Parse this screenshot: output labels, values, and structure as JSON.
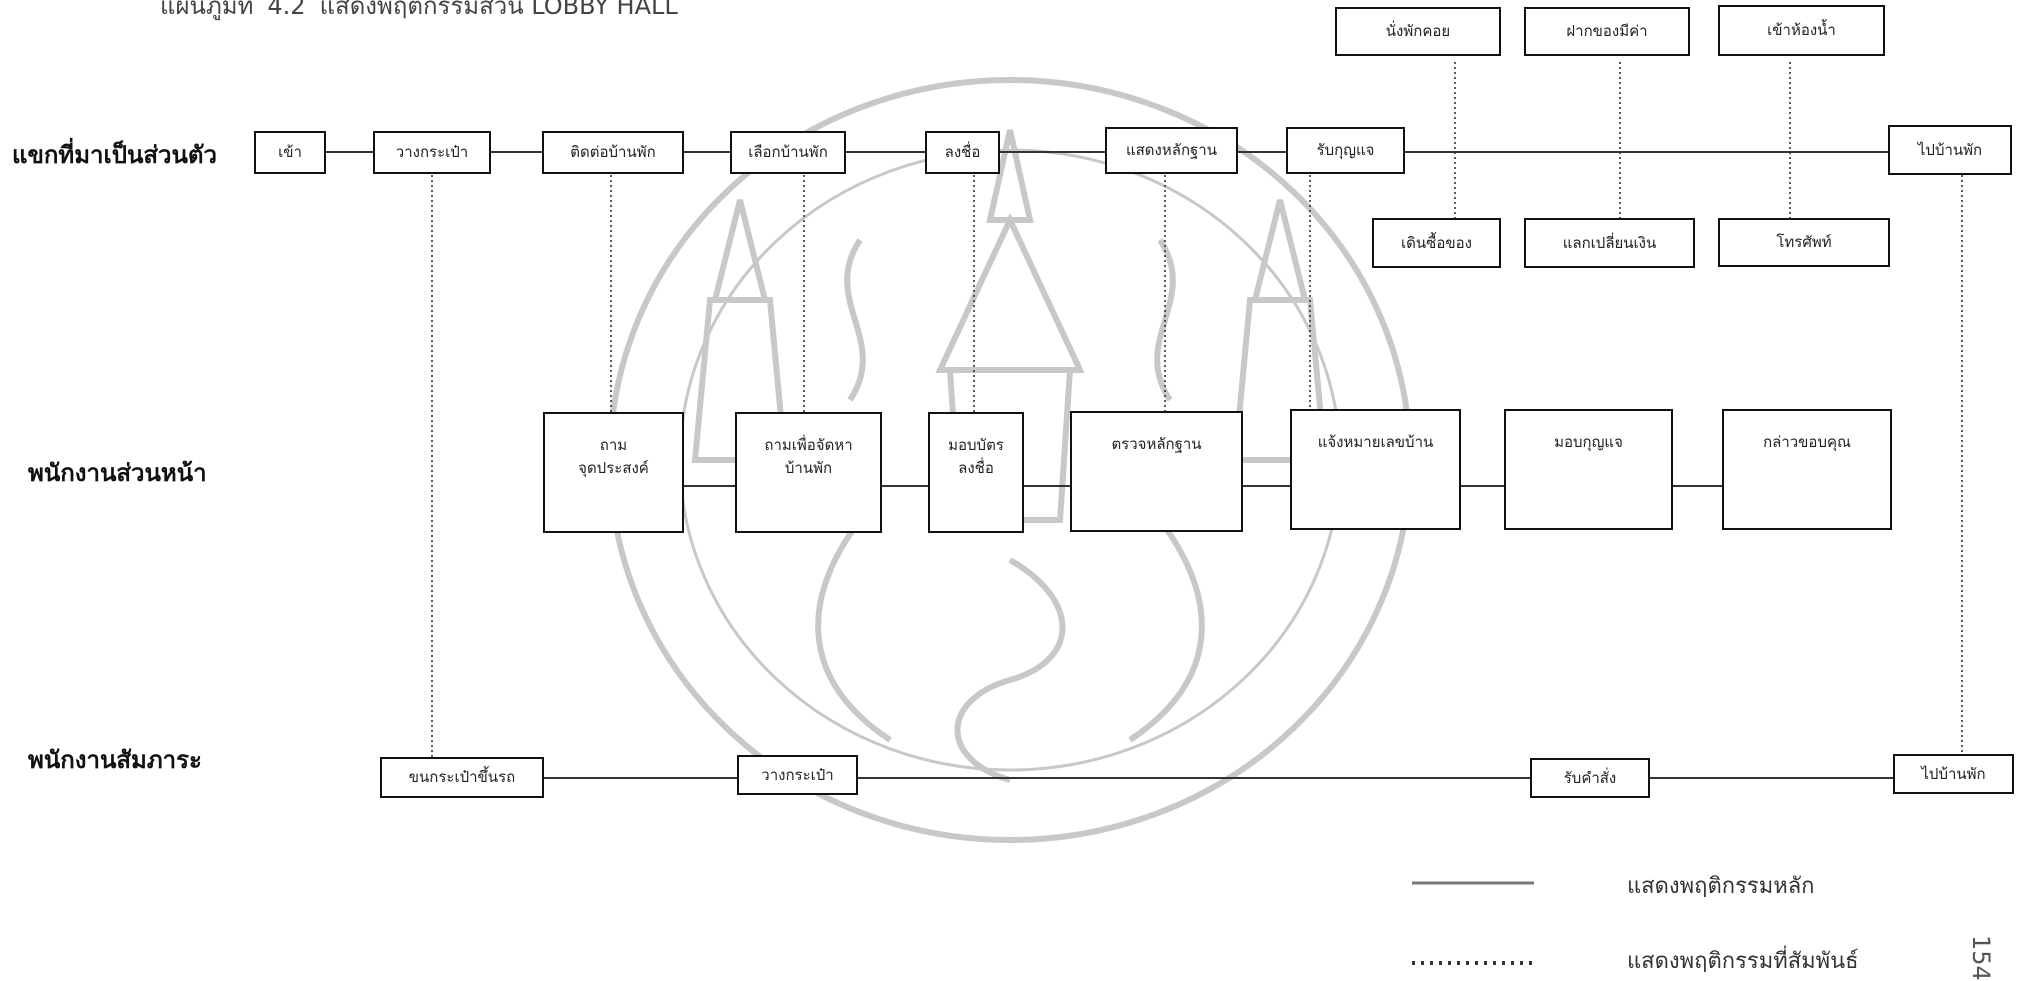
{
  "title": {
    "prefix": "แผนภูมิที่",
    "number": "4.2",
    "text": "แสดงพฤติกรรมส่วน LOBBY HALL"
  },
  "lanes": {
    "guest": "แขกที่มาเป็นส่วนตัว",
    "front": "พนักงานส่วนหน้า",
    "bell": "พนักงานสัมภาระ"
  },
  "boxes": {
    "b_enter": "เข้า",
    "b_bag": "วางกระเป๋า",
    "b_contact": "ติดต่อบ้านพัก",
    "b_select": "เลือกบ้านพัก",
    "b_sign": "ลงชื่อ",
    "b_proof": "แสดงหลักฐาน",
    "b_key": "รับกุญแจ",
    "b_go": "ไปบ้านพัก",
    "b_wait": "นั่งพักคอย",
    "b_deposit": "ฝากของมีค่า",
    "b_toilet": "เข้าห้องน้ำ",
    "b_shop": "เดินซื้อของ",
    "b_exchange": "แลกเปลี่ยนเงิน",
    "b_phone": "โทรศัพท์",
    "f_ask": "ถาม\nจุดประสงค์",
    "f_find": "ถามเพื่อจัดหา\nบ้านพัก",
    "f_card": "มอบบัตร\nลงชื่อ",
    "f_check": "ตรวจหลักฐาน",
    "f_notify": "แจ้งหมายเลขบ้าน",
    "f_givekey": "มอบกุญแจ",
    "f_thanks": "กล่าวขอบคุณ",
    "p_carry": "ขนกระเป๋าขึ้นรถ",
    "p_place": "วางกระเป๋า",
    "p_order": "รับคำสั่ง",
    "p_go": "ไปบ้านพัก"
  },
  "legend": {
    "main": "แสดงพฤติกรรมหลัก",
    "related": "แสดงพฤติกรรมที่สัมพันธ์"
  },
  "page_number": "154"
}
